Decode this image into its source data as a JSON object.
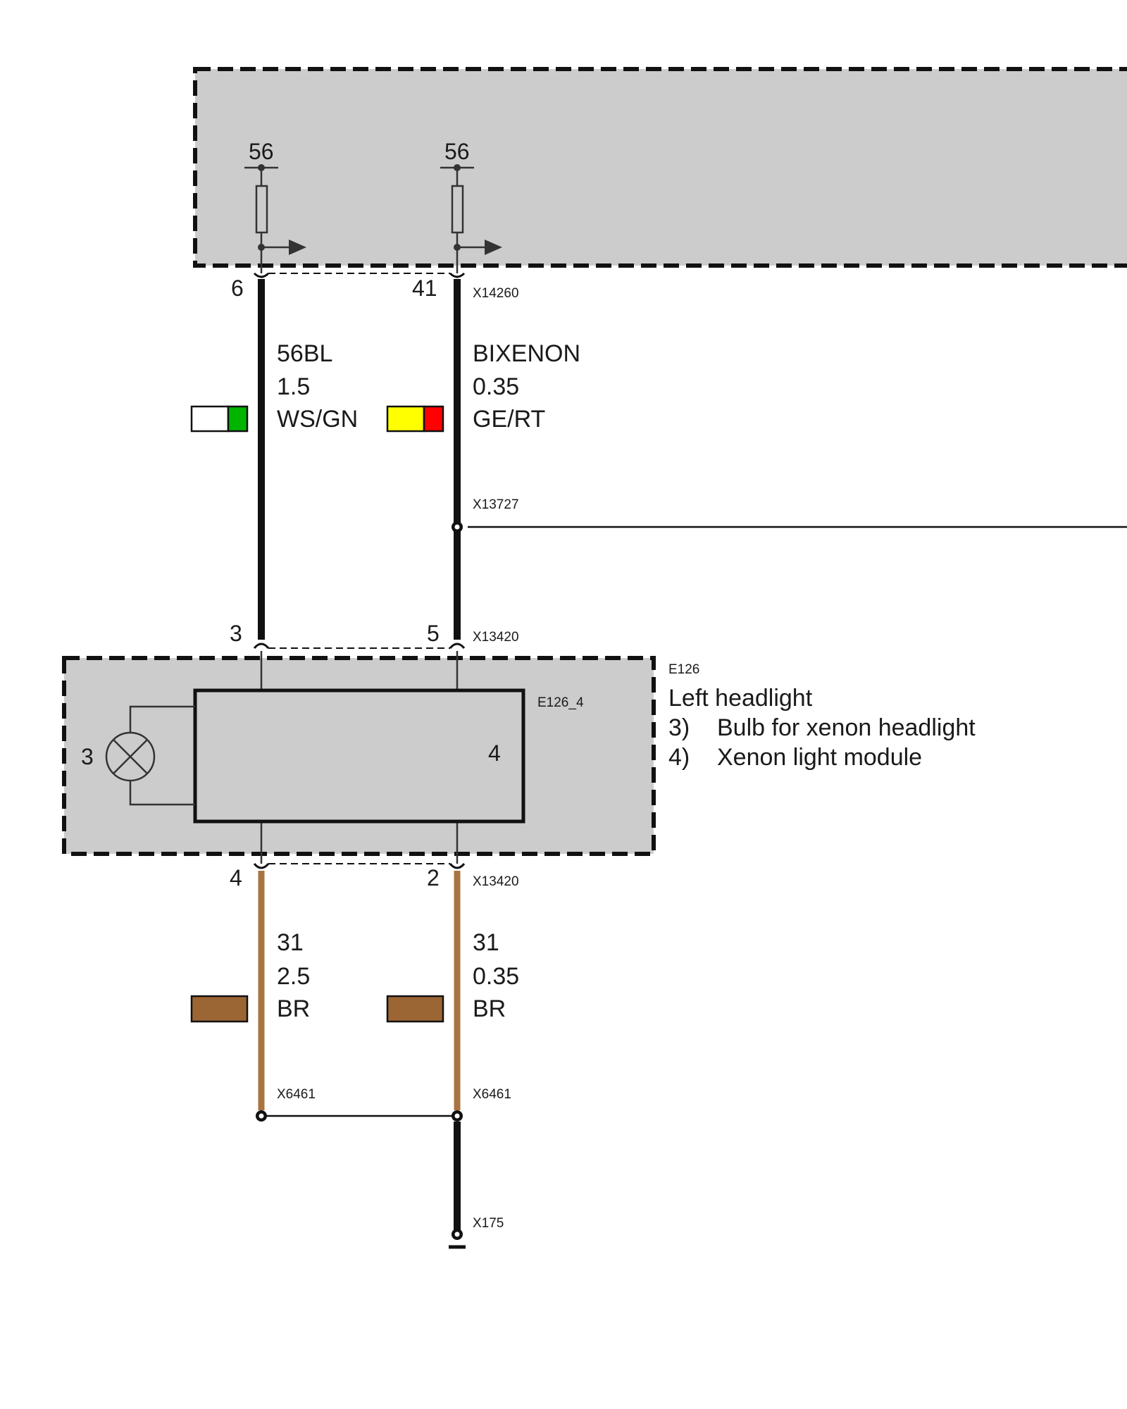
{
  "upper_module": {
    "terminals": [
      {
        "label": "56",
        "pin": "6"
      },
      {
        "label": "56",
        "pin": "41"
      }
    ],
    "connector": "X14260"
  },
  "wires_top": [
    {
      "name": "56BL",
      "cross_section": "1.5",
      "color_code": "WS/GN",
      "colors": [
        "#ffffff",
        "#00b400"
      ]
    },
    {
      "name": "BIXENON",
      "cross_section": "0.35",
      "color_code": "GE/RT",
      "colors": [
        "#ffff00",
        "#ff0000"
      ]
    }
  ],
  "splice_top": "X13727",
  "headlight": {
    "connector_in": "X13420",
    "pins_in": [
      "3",
      "5"
    ],
    "component_id": "E126",
    "module_id": "E126_4",
    "bulb_number": "3",
    "module_number": "4",
    "connector_out": "X13420",
    "pins_out": [
      "4",
      "2"
    ]
  },
  "legend": {
    "id": "E126",
    "title": "Left headlight",
    "items": [
      {
        "num": "3)",
        "text": "Bulb for xenon headlight"
      },
      {
        "num": "4)",
        "text": "Xenon light module"
      }
    ]
  },
  "wires_bottom": [
    {
      "name": "31",
      "cross_section": "2.5",
      "color_code": "BR",
      "colors": [
        "#9b6534"
      ]
    },
    {
      "name": "31",
      "cross_section": "0.35",
      "color_code": "BR",
      "colors": [
        "#9b6534"
      ]
    }
  ],
  "ground_splice": {
    "left": "X6461",
    "right": "X6461"
  },
  "ground": "X175",
  "colors": {
    "module_fill": "#cccccc",
    "wire_black": "#111111",
    "wire_brown": "#a87440"
  }
}
